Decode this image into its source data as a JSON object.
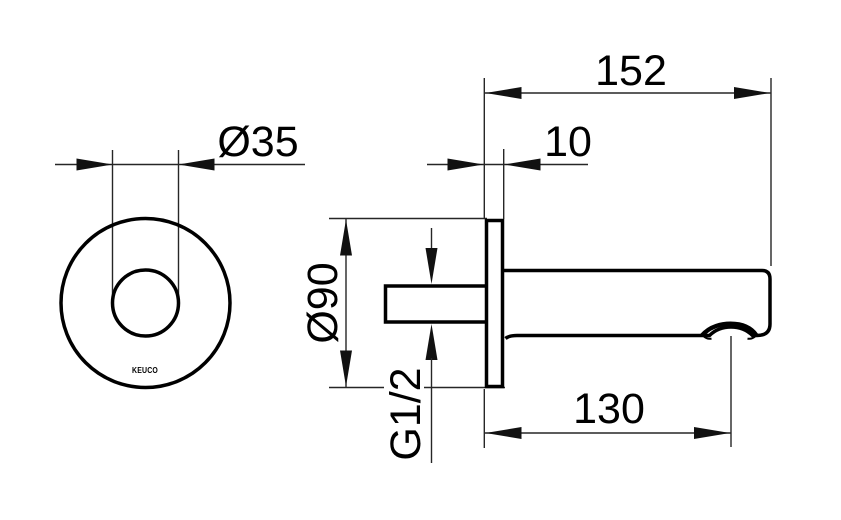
{
  "drawing": {
    "type": "technical-dimension-drawing",
    "brand_logo": "KEUCO",
    "colors": {
      "background": "#ffffff",
      "line": "#000000"
    },
    "front_view": {
      "logo": "KEUCO",
      "dim_spout_diameter": "Ø35"
    },
    "side_view": {
      "dim_total_projection": "152",
      "dim_escutcheon_depth": "10",
      "dim_escutcheon_diameter": "Ø90",
      "dim_thread_size": "G1/2",
      "dim_outlet_projection": "130"
    }
  }
}
